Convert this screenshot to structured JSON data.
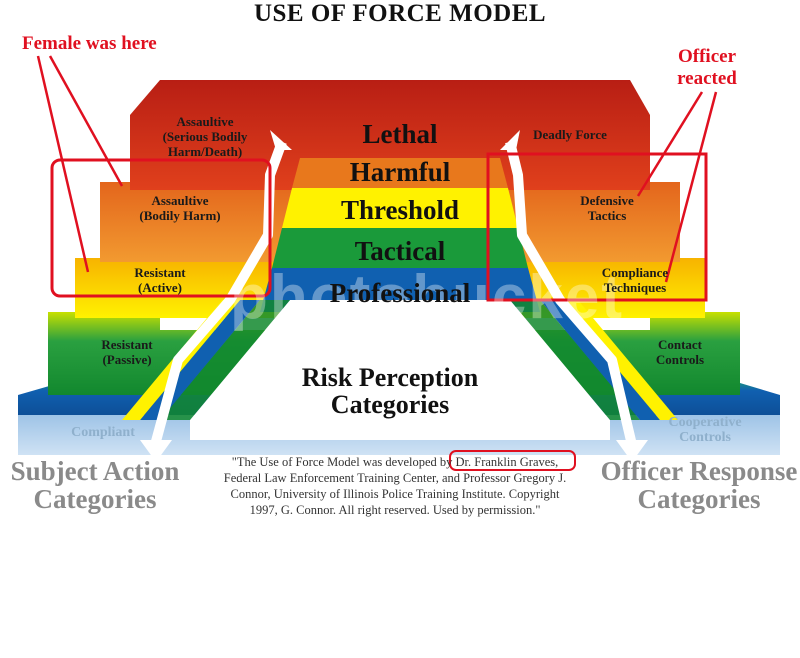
{
  "title": "USE OF FORCE MODEL",
  "annotations": {
    "left": "Female was here",
    "right_line1": "Officer",
    "right_line2": "reacted"
  },
  "tiers": [
    "Lethal",
    "Harmful",
    "Threshold",
    "Tactical",
    "Professional"
  ],
  "subject_steps": {
    "assaultive_serious": [
      "Assaultive",
      "(Serious Bodily",
      "Harm/Death)"
    ],
    "assaultive_bodily": [
      "Assaultive",
      "(Bodily Harm)"
    ],
    "resistant_active": [
      "Resistant",
      "(Active)"
    ],
    "resistant_passive": [
      "Resistant",
      "(Passive)"
    ],
    "compliant": "Compliant"
  },
  "officer_steps": {
    "deadly_force": "Deadly Force",
    "defensive_tactics": [
      "Defensive",
      "Tactics"
    ],
    "compliance_techniques": [
      "Compliance",
      "Techniques"
    ],
    "contact_controls": [
      "Contact",
      "Controls"
    ],
    "cooperative_controls": [
      "Cooperative",
      "Controls"
    ]
  },
  "center": {
    "line1": "Risk Perception",
    "line2": "Categories"
  },
  "bottom_left": {
    "line1": "Subject Action",
    "line2": "Categories"
  },
  "bottom_right": {
    "line1": "Officer Response",
    "line2": "Categories"
  },
  "credit": {
    "line1a": "\"The Use of Force Model was developed by ",
    "line1b": "Dr. Franklin Graves,",
    "line2": "Federal Law Enforcement Training Center, and Professor Gregory J.",
    "line3": "Connor, University of Illinois Police Training Institute. Copyright",
    "line4": "1997, G. Connor. All right   reserved. Used by permission.\""
  },
  "watermark": "photobucket",
  "colors": {
    "red": "#cc2418",
    "orange": "#e8781c",
    "yellow": "#ffee00",
    "green": "#1a9a3a",
    "blue": "#1060b0",
    "annotation": "#e01020"
  }
}
